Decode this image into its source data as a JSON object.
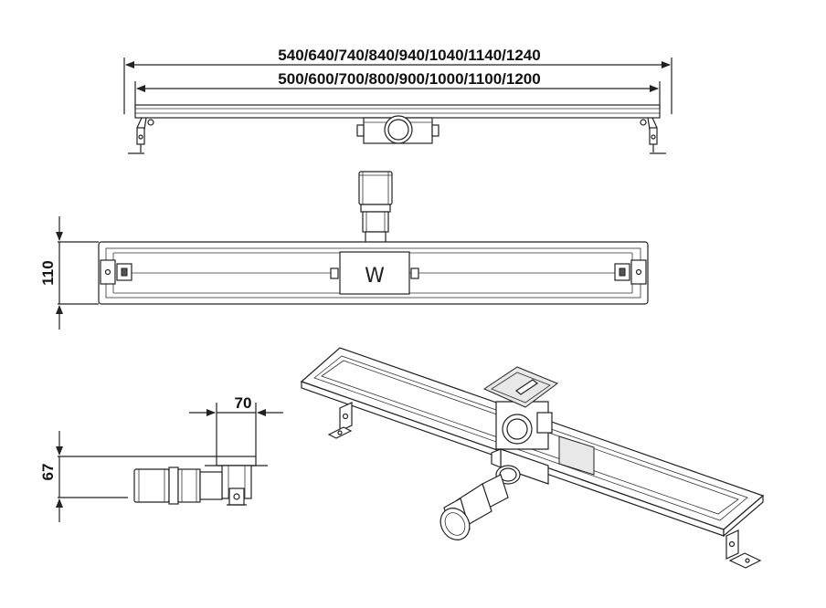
{
  "dimensions": {
    "outer_lengths": "540/640/740/840/940/1040/1140/1240",
    "inner_lengths": "500/600/700/800/900/1000/1100/1200",
    "width": "110",
    "depth_width": "70",
    "height": "67"
  },
  "logo_mark": "W",
  "colors": {
    "line": "#222222",
    "background": "#ffffff"
  }
}
